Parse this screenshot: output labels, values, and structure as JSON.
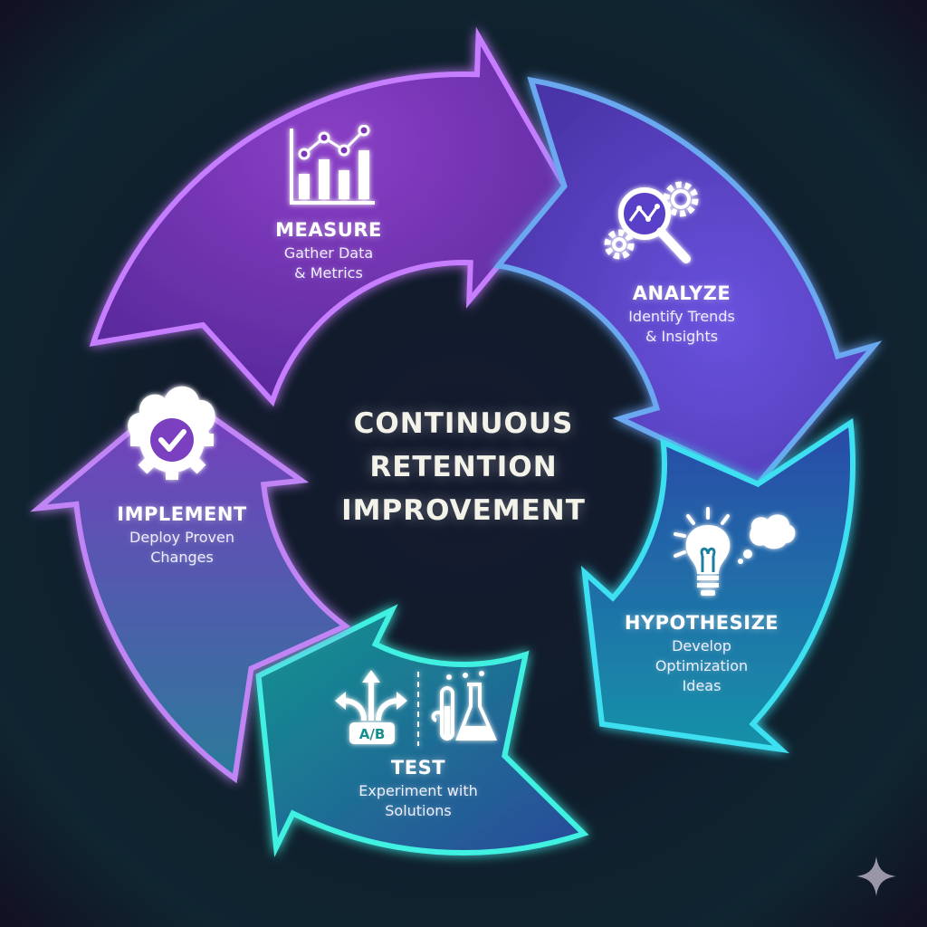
{
  "diagram": {
    "type": "cycle",
    "center_title": [
      "CONTINUOUS",
      "RETENTION",
      "IMPROVEMENT"
    ],
    "background_color": "#101c2b",
    "stages": [
      {
        "id": "measure",
        "title": "MEASURE",
        "subtitle": [
          "Gather Data",
          "& Metrics"
        ],
        "icon": "bar-line-chart-icon",
        "fill": "#7b35b8",
        "stroke": "#c77dff"
      },
      {
        "id": "analyze",
        "title": "ANALYZE",
        "subtitle": [
          "Identify Trends",
          "& Insights"
        ],
        "icon": "magnifier-gears-icon",
        "fill": "#5a40c8",
        "stroke": "#6aa8f0"
      },
      {
        "id": "hypothesize",
        "title": "HYPOTHESIZE",
        "subtitle": [
          "Develop",
          "Optimization",
          "Ideas"
        ],
        "icon": "lightbulb-thought-icon",
        "fill": "#1a7fa0",
        "stroke": "#3de0f0"
      },
      {
        "id": "test",
        "title": "TEST",
        "subtitle": [
          "Experiment with",
          "Solutions"
        ],
        "icon": "ab-test-flask-icon",
        "fill": "#138f8f",
        "stroke": "#3ff0e0"
      },
      {
        "id": "implement",
        "title": "IMPLEMENT",
        "subtitle": [
          "Deploy Proven",
          "Changes"
        ],
        "icon": "cloud-gear-check-icon",
        "fill": "#6a3cb0",
        "stroke": "#c084f5"
      }
    ],
    "flow": [
      "measure",
      "analyze",
      "hypothesize",
      "test",
      "implement",
      "measure"
    ]
  },
  "watermark": {
    "icon": "sparkle-icon",
    "color": "#9a96a8"
  }
}
